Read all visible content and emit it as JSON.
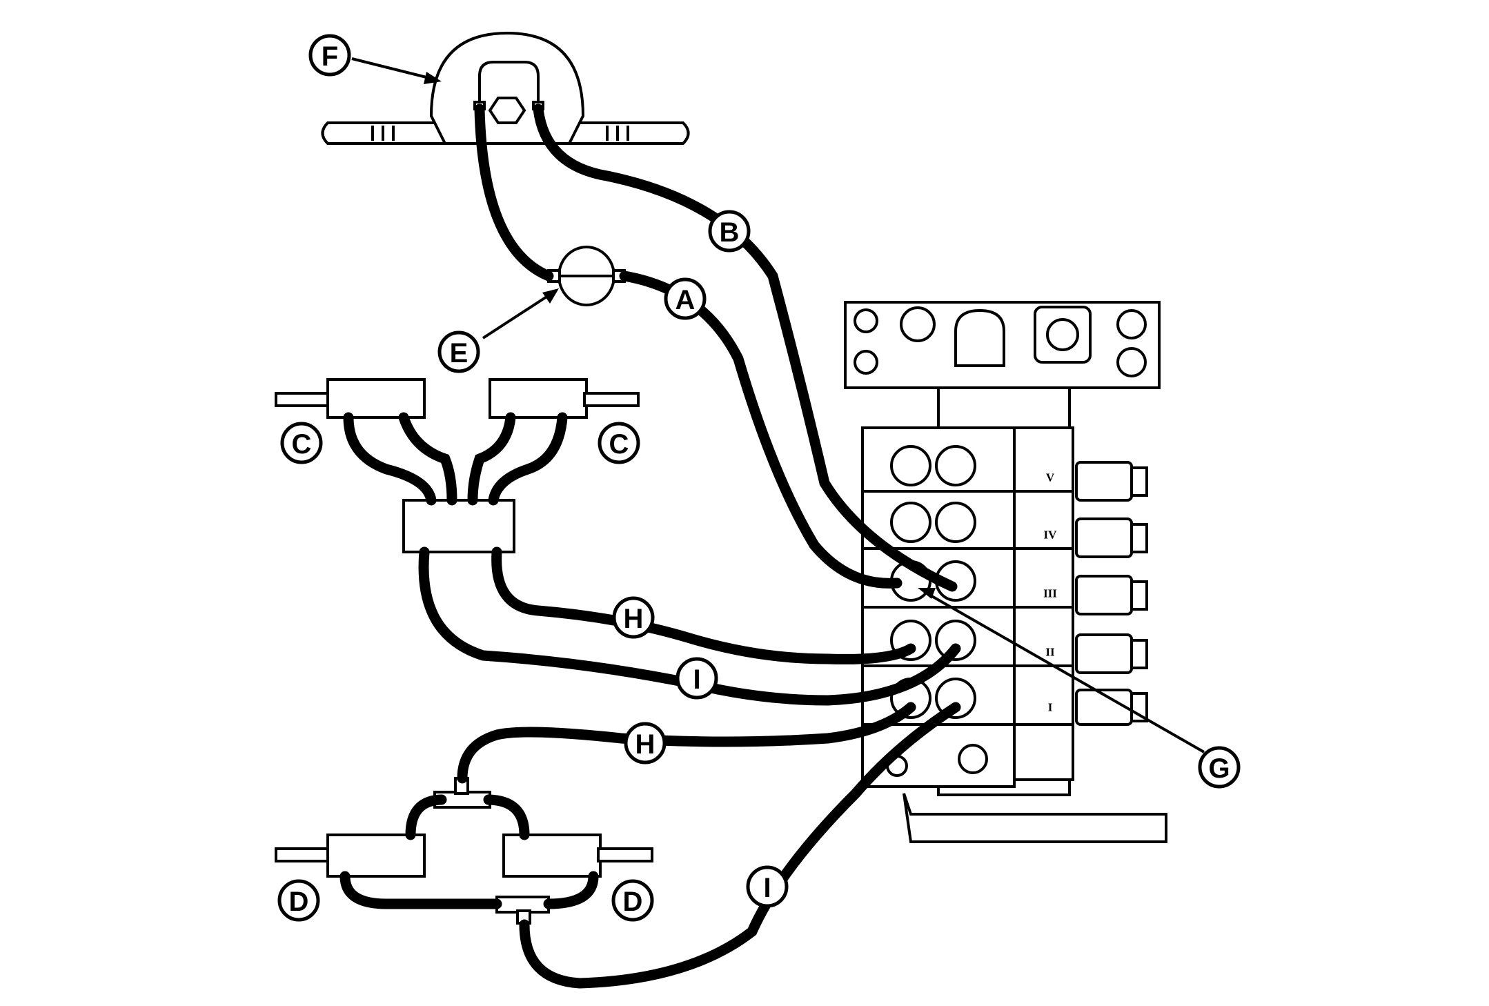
{
  "callouts": {
    "a": "A",
    "b": "B",
    "c_left": "C",
    "c_right": "C",
    "d_left": "D",
    "d_right": "D",
    "e": "E",
    "f": "F",
    "g": "G",
    "h_upper": "H",
    "h_lower": "H",
    "i_upper": "I",
    "i_lower": "I"
  },
  "valve_sections": [
    "V",
    "IV",
    "III",
    "II",
    "I"
  ],
  "colors": {
    "line": "#000000",
    "background": "#ffffff"
  }
}
